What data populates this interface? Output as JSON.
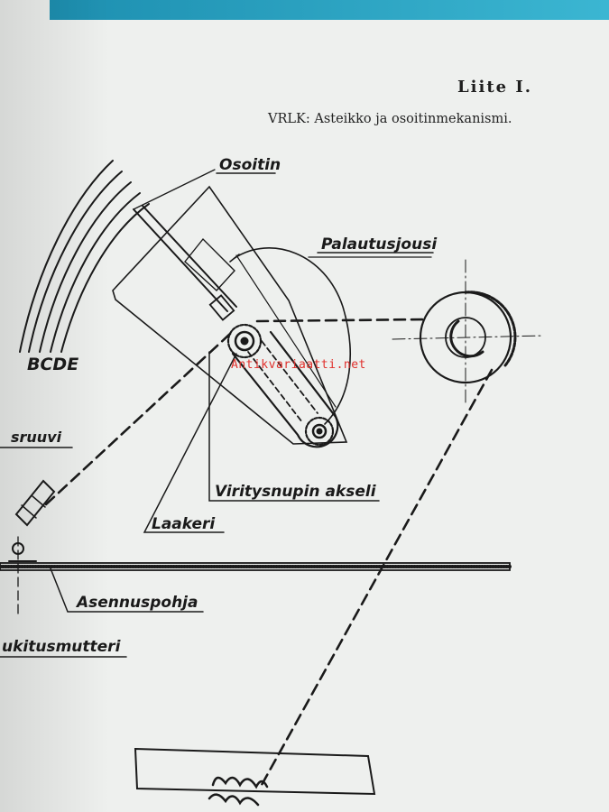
{
  "header": {
    "appendix_label": "Liite I.",
    "caption": "VRLK: Asteikko ja osoitinmekanismi."
  },
  "diagram": {
    "labels": {
      "osoitin": "Osoitin",
      "palautusjousi": "Palautusjousi",
      "scale_letters": "BCDE",
      "ruuvi": "sruuvi",
      "viritysnupin_akseli": "Viritysnupin akseli",
      "laakeri": "Laakeri",
      "asennuspohja": "Asennuspohja",
      "mutteri": "ukitusmutteri"
    }
  },
  "watermark": {
    "text": "Antikvariaatti.net"
  },
  "colors": {
    "ink": "#1a1a1a",
    "paper": "#eef0ee",
    "watermark": "#e0302c",
    "strip": "#2aa3c4"
  }
}
